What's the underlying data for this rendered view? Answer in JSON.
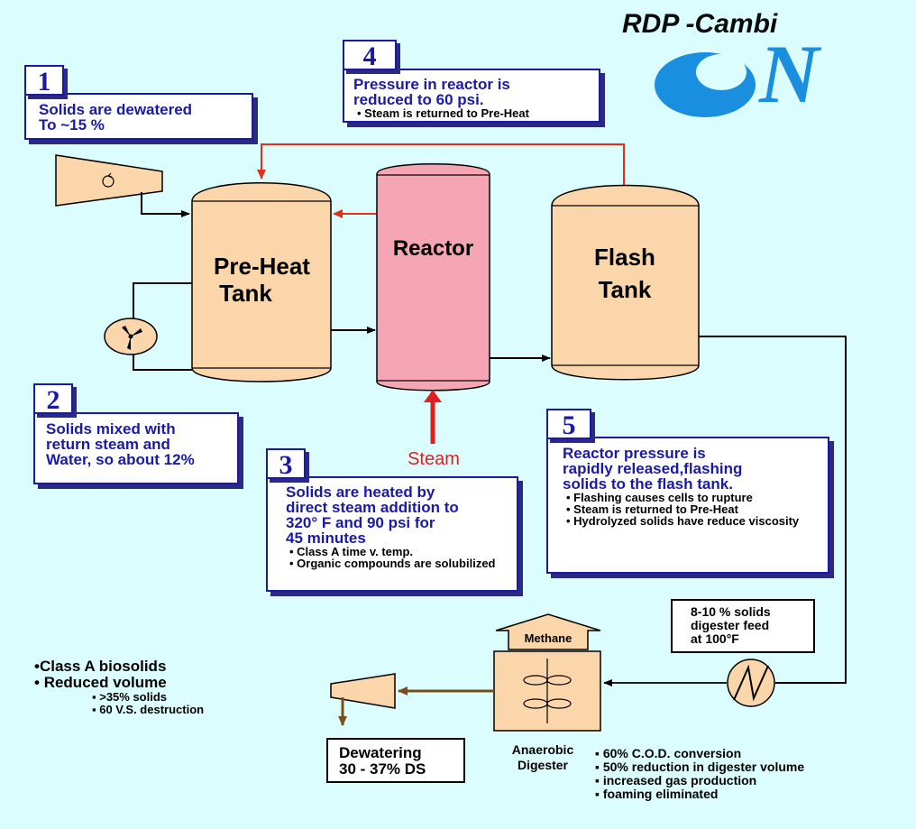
{
  "brand": {
    "title": "RDP -Cambi",
    "logo_letter": "N"
  },
  "tanks": {
    "preheat_line1": "Pre-Heat",
    "preheat_line2": "Tank",
    "reactor": "Reactor",
    "flash_line1": "Flash",
    "flash_line2": "Tank"
  },
  "steam_label": "Steam",
  "steps": [
    {
      "number": "1",
      "heading_lines": [
        "Solids are dewatered",
        "To ~15 %"
      ],
      "bullets": []
    },
    {
      "number": "2",
      "heading_lines": [
        "Solids mixed with",
        "return steam and",
        "Water, so about 12%"
      ],
      "bullets": []
    },
    {
      "number": "3",
      "heading_lines": [
        "Solids are heated by",
        "direct steam addition to",
        "320° F and 90 psi for",
        "45 minutes"
      ],
      "bullets": [
        "Class A time v. temp.",
        "Organic compounds are solubilized"
      ]
    },
    {
      "number": "4",
      "heading_lines": [
        "Pressure in reactor is",
        "reduced to 60 psi."
      ],
      "bullets": [
        "Steam is returned to Pre-Heat"
      ]
    },
    {
      "number": "5",
      "heading_lines": [
        "Reactor pressure is",
        "rapidly released,flashing",
        "solids to the flash tank."
      ],
      "bullets": [
        "Flashing causes cells to rupture",
        "Steam is returned to Pre-Heat",
        "Hydrolyzed solids have reduce viscosity"
      ]
    }
  ],
  "feed_box": [
    "8-10 % solids",
    "digester feed",
    "at 100°F"
  ],
  "methane_label": "Methane",
  "digester_label": [
    "Anaerobic",
    "Digester"
  ],
  "digester_bullets": [
    "60% C.O.D. conversion",
    "50% reduction in digester volume",
    "increased gas production",
    "foaming eliminated"
  ],
  "dewatering_box": [
    "Dewatering",
    "30 - 37% DS"
  ],
  "outcomes": {
    "main": [
      "Class A biosolids",
      "Reduced volume"
    ],
    "sub": [
      ">35% solids",
      "60 V.S. destruction"
    ]
  },
  "colors": {
    "background": "#dcfdfd",
    "tank_fill": "#fad6aa",
    "reactor_fill": "#f6a5b4",
    "steam_red": "#e02020",
    "box_border": "#1a1aa6",
    "heading_text": "#1a1aa6",
    "logo_blue": "#1a8fe0",
    "sludge_brown": "#7a4e1c"
  },
  "icons": [
    "cone-dewaterer-icon",
    "mixer-fan-icon",
    "heat-exchanger-icon",
    "methane-arrow-icon"
  ]
}
